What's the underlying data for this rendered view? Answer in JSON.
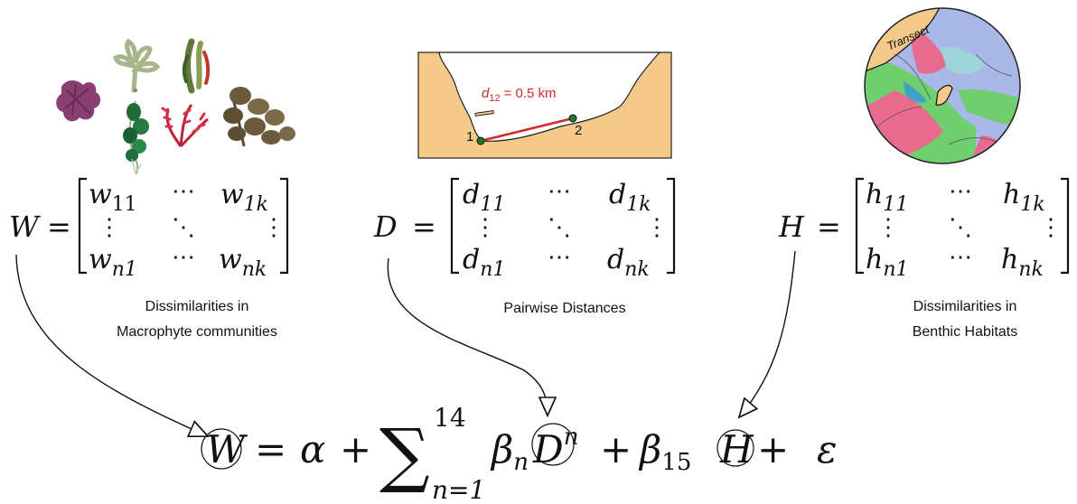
{
  "matrices": {
    "W": {
      "name": "W",
      "entry_letter": "w",
      "sub_11": "11",
      "sub_1k": "1k",
      "sub_n1": "n1",
      "sub_nk": "nk",
      "caption_line1": "Dissimilarities in",
      "caption_line2": "Macrophyte communities"
    },
    "D": {
      "name": "D",
      "entry_letter": "d",
      "sub_11": "11",
      "sub_1k": "1k",
      "sub_n1": "n1",
      "sub_nk": "nk",
      "caption_line1": "Pairwise Distances"
    },
    "H": {
      "name": "H",
      "entry_letter": "h",
      "sub_11": "11",
      "sub_1k": "1k",
      "sub_n1": "n1",
      "sub_nk": "nk",
      "caption_line1": "Dissimilarities in",
      "caption_line2": "Benthic Habitats"
    }
  },
  "map_inset": {
    "distance_label_var": "d",
    "distance_label_sub": "12",
    "distance_label_value": "= 0.5 km",
    "point_1": "1",
    "point_2": "2",
    "accent_color": "#d42a2a"
  },
  "habitat_inset": {
    "transect_label": "Transect"
  },
  "equation": {
    "lhs": "W",
    "equals": "=",
    "alpha": "α",
    "plus": "+",
    "sum_symbol": "∑",
    "sum_upper": "14",
    "sum_lower": "n=1",
    "beta": "β",
    "beta_sub_n": "n",
    "D": "D",
    "D_power": "n",
    "beta_sub_15": "15",
    "H": "H",
    "epsilon": "ε"
  }
}
